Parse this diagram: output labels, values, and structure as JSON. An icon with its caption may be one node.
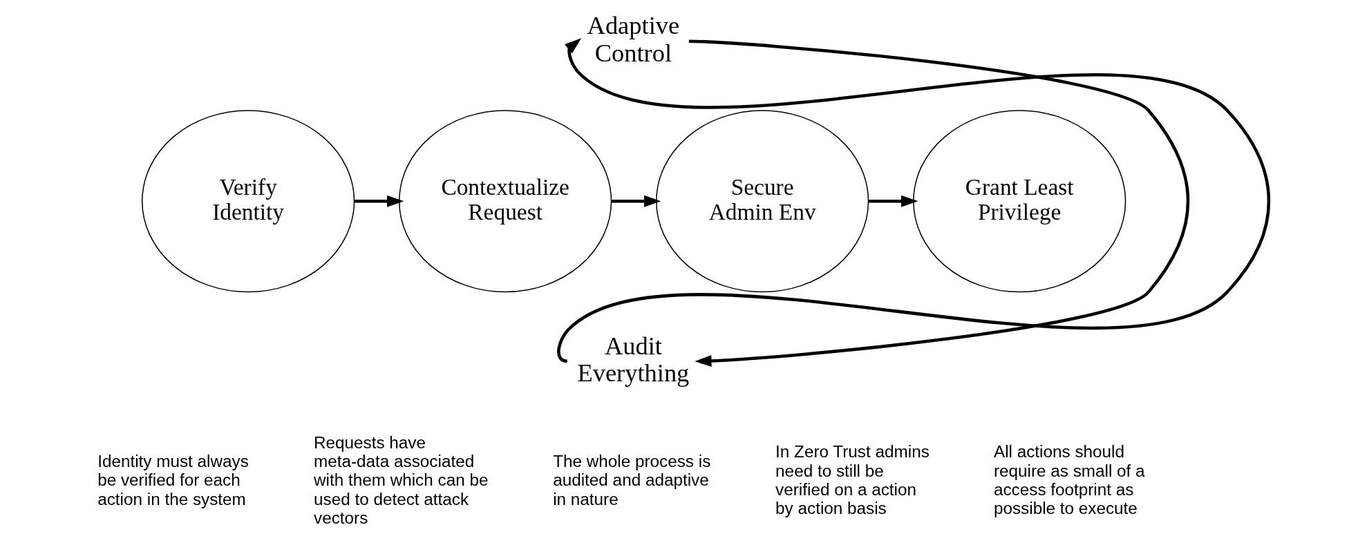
{
  "diagram": {
    "nodes": [
      {
        "text": [
          "Adaptive Control"
        ]
      },
      {
        "text": [
          "Verify Identity"
        ]
      },
      {
        "text": [
          "Contextualize Request"
        ]
      },
      {
        "text": [
          "Secure Admin Env"
        ]
      },
      {
        "text": [
          "Grant Least Privilege"
        ]
      },
      {
        "text": [
          "Audit Everything"
        ]
      }
    ],
    "edges": [
      {
        "from": 5,
        "to": 0,
        "arrow": "to"
      },
      {
        "from": 0,
        "to": 5,
        "arrow": "to"
      },
      {
        "from": 1,
        "to": 2,
        "arrow": "to"
      },
      {
        "from": 2,
        "to": 3,
        "arrow": "to"
      },
      {
        "from": 3,
        "to": 4,
        "arrow": "to"
      }
    ],
    "labels": [
      "Identity must always be verified for each action in the system",
      "Requests have meta-data associated with them which can be used to detect attack vectors",
      "The whole process is audited and adaptive in nature",
      "In Zero Trust admins need to still be verified on a action by action basis",
      "All actions should require as small of a access footprint as possible to execute"
    ]
  }
}
